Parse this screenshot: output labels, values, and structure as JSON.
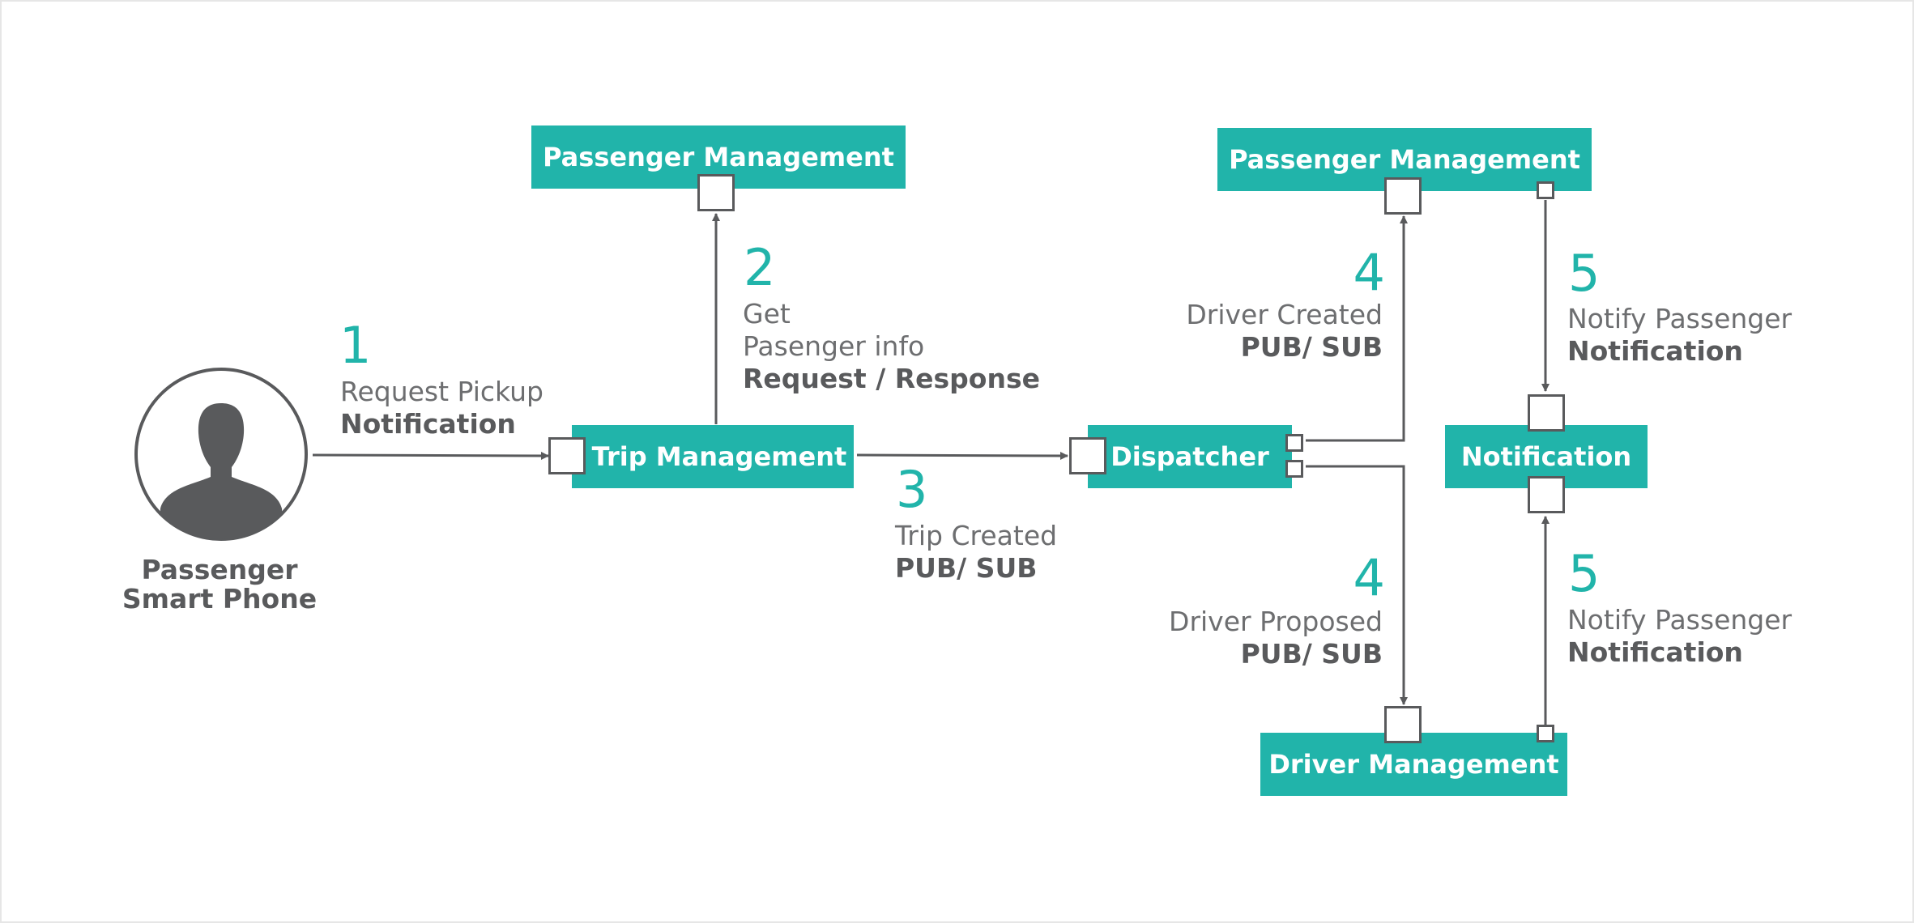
{
  "services": {
    "pm_top_left": "Passenger Management",
    "pm_top_right": "Passenger Management",
    "trip_management": "Trip Management",
    "dispatcher": "Dispatcher",
    "notification": "Notification",
    "driver_management": "Driver Management"
  },
  "actor": {
    "line1": "Passenger",
    "line2": "Smart Phone"
  },
  "steps": {
    "s1": {
      "number": "1",
      "text": "Request Pickup",
      "type": "Notification"
    },
    "s2": {
      "number": "2",
      "text1": "Get",
      "text2": "Pasenger info",
      "type": "Request / Response"
    },
    "s3": {
      "number": "3",
      "text": "Trip Created",
      "type": "PUB/ SUB"
    },
    "s4_up": {
      "number": "4",
      "text": "Driver Created",
      "type": "PUB/ SUB"
    },
    "s4_down": {
      "number": "4",
      "text": "Driver Proposed",
      "type": "PUB/ SUB"
    },
    "s5_up": {
      "number": "5",
      "text": "Notify Passenger",
      "type": "Notification"
    },
    "s5_down": {
      "number": "5",
      "text": "Notify Passenger",
      "type": "Notification"
    }
  },
  "colors": {
    "accent": "#21b4aa",
    "line": "#595a5c",
    "text": "#6d6e70"
  }
}
